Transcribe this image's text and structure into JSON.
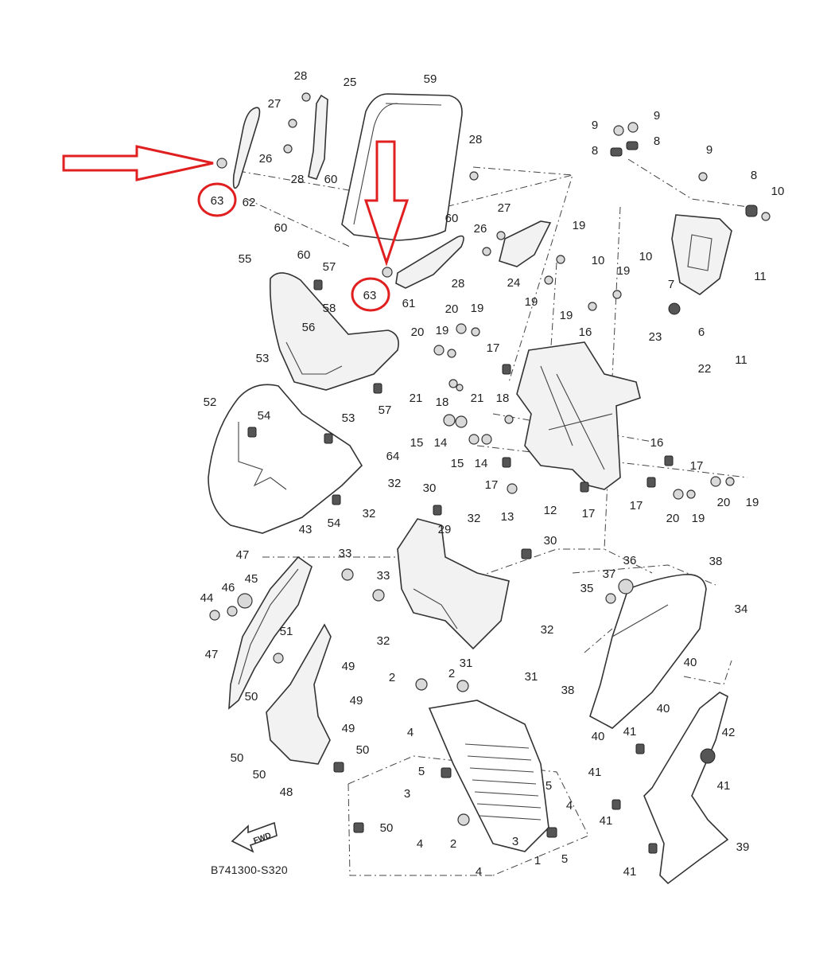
{
  "diagram": {
    "code": "B741300-S320",
    "fwd_label": "FWD",
    "highlight_color": "#e02020",
    "highlighted_part": "63",
    "labels": [
      {
        "key": "l28a",
        "text": "28"
      },
      {
        "key": "l25",
        "text": "25"
      },
      {
        "key": "l59",
        "text": "59"
      },
      {
        "key": "l27a",
        "text": "27"
      },
      {
        "key": "l26a",
        "text": "26"
      },
      {
        "key": "l28b",
        "text": "28"
      },
      {
        "key": "l60a",
        "text": "60"
      },
      {
        "key": "l62",
        "text": "62"
      },
      {
        "key": "l60b",
        "text": "60"
      },
      {
        "key": "l60c",
        "text": "60"
      },
      {
        "key": "l60d",
        "text": "60"
      },
      {
        "key": "l28c",
        "text": "28"
      },
      {
        "key": "l27b",
        "text": "27"
      },
      {
        "key": "l26b",
        "text": "26"
      },
      {
        "key": "l24",
        "text": "24"
      },
      {
        "key": "l28d",
        "text": "28"
      },
      {
        "key": "l61",
        "text": "61"
      },
      {
        "key": "l19a",
        "text": "19"
      },
      {
        "key": "l19b",
        "text": "19"
      },
      {
        "key": "l19c",
        "text": "19"
      },
      {
        "key": "l19d",
        "text": "19"
      },
      {
        "key": "l9a",
        "text": "9"
      },
      {
        "key": "l9b",
        "text": "9"
      },
      {
        "key": "l8a",
        "text": "8"
      },
      {
        "key": "l8b",
        "text": "8"
      },
      {
        "key": "l9c",
        "text": "9"
      },
      {
        "key": "l8c",
        "text": "8"
      },
      {
        "key": "l10a",
        "text": "10"
      },
      {
        "key": "l10b",
        "text": "10"
      },
      {
        "key": "l10c",
        "text": "10"
      },
      {
        "key": "l7",
        "text": "7"
      },
      {
        "key": "l11a",
        "text": "11"
      },
      {
        "key": "l6",
        "text": "6"
      },
      {
        "key": "l11b",
        "text": "11"
      },
      {
        "key": "l55",
        "text": "55"
      },
      {
        "key": "l57a",
        "text": "57"
      },
      {
        "key": "l58",
        "text": "58"
      },
      {
        "key": "l56",
        "text": "56"
      },
      {
        "key": "l53a",
        "text": "53"
      },
      {
        "key": "l57b",
        "text": "57"
      },
      {
        "key": "l52",
        "text": "52"
      },
      {
        "key": "l54a",
        "text": "54"
      },
      {
        "key": "l53b",
        "text": "53"
      },
      {
        "key": "l64",
        "text": "64"
      },
      {
        "key": "l54b",
        "text": "54"
      },
      {
        "key": "l20a",
        "text": "20"
      },
      {
        "key": "l19e",
        "text": "19"
      },
      {
        "key": "l20b",
        "text": "20"
      },
      {
        "key": "l19f",
        "text": "19"
      },
      {
        "key": "l16a",
        "text": "16"
      },
      {
        "key": "l17a",
        "text": "17"
      },
      {
        "key": "l23",
        "text": "23"
      },
      {
        "key": "l22",
        "text": "22"
      },
      {
        "key": "l21a",
        "text": "21"
      },
      {
        "key": "l18a",
        "text": "18"
      },
      {
        "key": "l21b",
        "text": "21"
      },
      {
        "key": "l18b",
        "text": "18"
      },
      {
        "key": "l15a",
        "text": "15"
      },
      {
        "key": "l14a",
        "text": "14"
      },
      {
        "key": "l15b",
        "text": "15"
      },
      {
        "key": "l14b",
        "text": "14"
      },
      {
        "key": "l16b",
        "text": "16"
      },
      {
        "key": "l17b",
        "text": "17"
      },
      {
        "key": "l17c",
        "text": "17"
      },
      {
        "key": "l12",
        "text": "12"
      },
      {
        "key": "l13",
        "text": "13"
      },
      {
        "key": "l17d",
        "text": "17"
      },
      {
        "key": "l17e",
        "text": "17"
      },
      {
        "key": "l20c",
        "text": "20"
      },
      {
        "key": "l19g",
        "text": "19"
      },
      {
        "key": "l20d",
        "text": "20"
      },
      {
        "key": "l19h",
        "text": "19"
      },
      {
        "key": "l32a",
        "text": "32"
      },
      {
        "key": "l30a",
        "text": "30"
      },
      {
        "key": "l32b",
        "text": "32"
      },
      {
        "key": "l29",
        "text": "29"
      },
      {
        "key": "l32c",
        "text": "32"
      },
      {
        "key": "l33a",
        "text": "33"
      },
      {
        "key": "l30b",
        "text": "30"
      },
      {
        "key": "l33b",
        "text": "33"
      },
      {
        "key": "l32d",
        "text": "32"
      },
      {
        "key": "l32e",
        "text": "32"
      },
      {
        "key": "l31a",
        "text": "31"
      },
      {
        "key": "l31b",
        "text": "31"
      },
      {
        "key": "l43",
        "text": "43"
      },
      {
        "key": "l47a",
        "text": "47"
      },
      {
        "key": "l44",
        "text": "44"
      },
      {
        "key": "l46",
        "text": "46"
      },
      {
        "key": "l45",
        "text": "45"
      },
      {
        "key": "l47b",
        "text": "47"
      },
      {
        "key": "l51",
        "text": "51"
      },
      {
        "key": "l49a",
        "text": "49"
      },
      {
        "key": "l50a",
        "text": "50"
      },
      {
        "key": "l49b",
        "text": "49"
      },
      {
        "key": "l49c",
        "text": "49"
      },
      {
        "key": "l50b",
        "text": "50"
      },
      {
        "key": "l50c",
        "text": "50"
      },
      {
        "key": "l50d",
        "text": "50"
      },
      {
        "key": "l48",
        "text": "48"
      },
      {
        "key": "l50e",
        "text": "50"
      },
      {
        "key": "l38a",
        "text": "38"
      },
      {
        "key": "l36",
        "text": "36"
      },
      {
        "key": "l37",
        "text": "37"
      },
      {
        "key": "l35",
        "text": "35"
      },
      {
        "key": "l34",
        "text": "34"
      },
      {
        "key": "l38b",
        "text": "38"
      },
      {
        "key": "l40a",
        "text": "40"
      },
      {
        "key": "l40b",
        "text": "40"
      },
      {
        "key": "l40c",
        "text": "40"
      },
      {
        "key": "l41a",
        "text": "41"
      },
      {
        "key": "l42",
        "text": "42"
      },
      {
        "key": "l41b",
        "text": "41"
      },
      {
        "key": "l41c",
        "text": "41"
      },
      {
        "key": "l41d",
        "text": "41"
      },
      {
        "key": "l41e",
        "text": "41"
      },
      {
        "key": "l39",
        "text": "39"
      },
      {
        "key": "l2a",
        "text": "2"
      },
      {
        "key": "l2b",
        "text": "2"
      },
      {
        "key": "l4a",
        "text": "4"
      },
      {
        "key": "l5a",
        "text": "5"
      },
      {
        "key": "l3a",
        "text": "3"
      },
      {
        "key": "l4b",
        "text": "4"
      },
      {
        "key": "l5b",
        "text": "5"
      },
      {
        "key": "l4c",
        "text": "4"
      },
      {
        "key": "l2c",
        "text": "2"
      },
      {
        "key": "l3b",
        "text": "3"
      },
      {
        "key": "l1",
        "text": "1"
      },
      {
        "key": "l5c",
        "text": "5"
      },
      {
        "key": "l4d",
        "text": "4"
      },
      {
        "key": "l63a",
        "text": "63"
      },
      {
        "key": "l63b",
        "text": "63"
      }
    ]
  }
}
